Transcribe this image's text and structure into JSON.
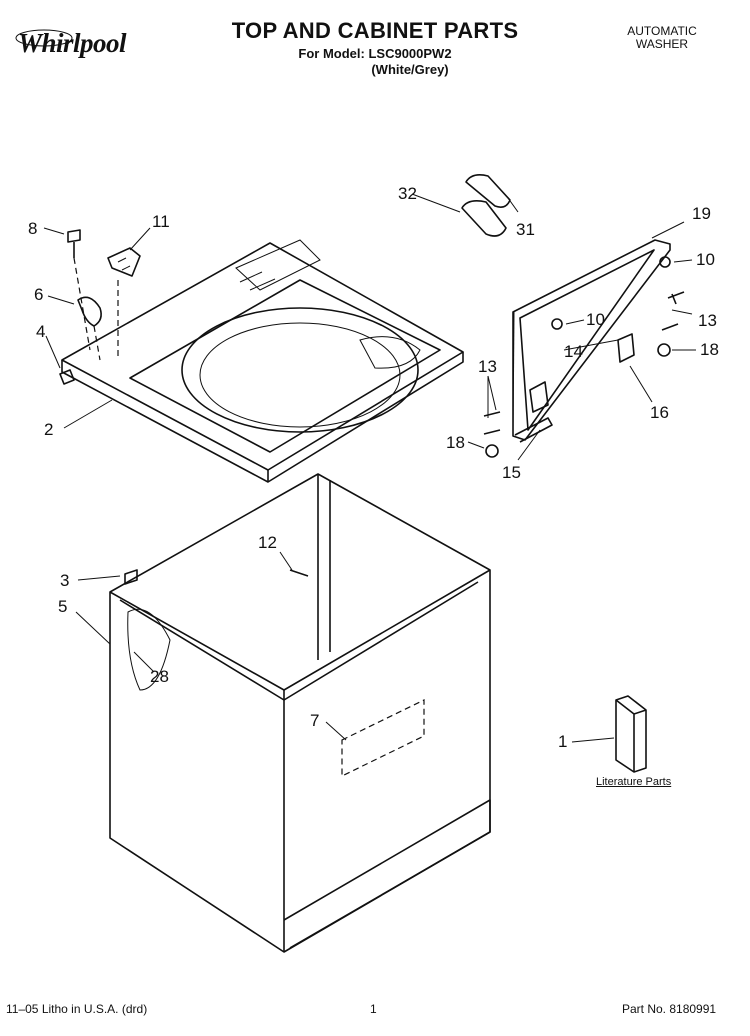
{
  "header": {
    "brand": "Whirlpool",
    "title": "TOP AND CABINET PARTS",
    "model_line": "For Model: LSC9000PW2",
    "color_line": "(White/Grey)",
    "product_line1": "AUTOMATIC",
    "product_line2": "WASHER"
  },
  "callouts": {
    "c1": "1",
    "c2": "2",
    "c3": "3",
    "c4": "4",
    "c5": "5",
    "c6": "6",
    "c7": "7",
    "c8": "8",
    "c10a": "10",
    "c10b": "10",
    "c11": "11",
    "c12": "12",
    "c13a": "13",
    "c13b": "13",
    "c14": "14",
    "c15": "15",
    "c16": "16",
    "c18a": "18",
    "c18b": "18",
    "c19": "19",
    "c28": "28",
    "c31": "31",
    "c32": "32"
  },
  "literature_label": "Literature Parts",
  "footer": {
    "left": "11–05 Litho in U.S.A. (drd)",
    "page": "1",
    "part_no": "Part No. 8180991"
  }
}
